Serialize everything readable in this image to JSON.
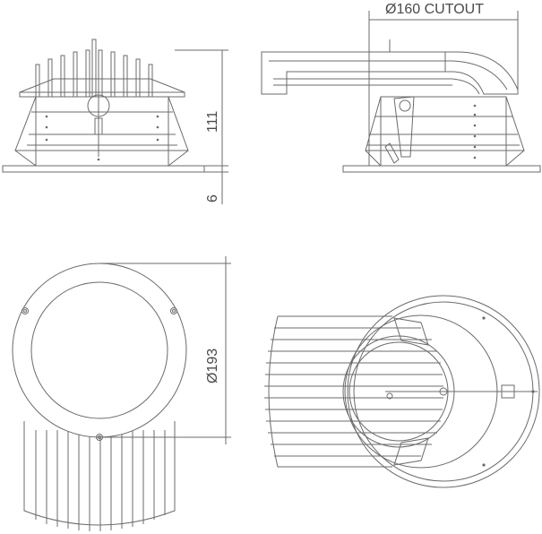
{
  "dimensions": {
    "cutout_label": "160 CUTOUT",
    "height_label": "111",
    "flange_label": "6",
    "diameter_label": "193",
    "diameter_symbol": "Ø"
  },
  "colors": {
    "line": "#6b6b6b",
    "background": "#ffffff"
  }
}
